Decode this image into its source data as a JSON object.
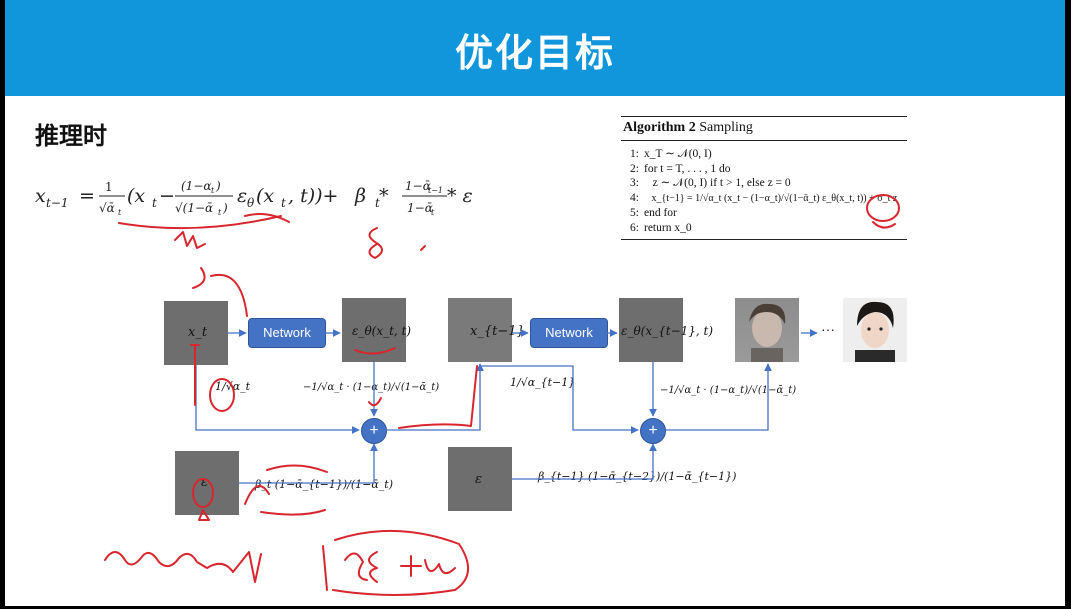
{
  "header": {
    "title": "优化目标",
    "bg_color": "#1296db"
  },
  "section_title": "推理时",
  "formula": {
    "lhs": "x",
    "lhs_sub": "t−1",
    "frac1_num": "1",
    "frac1_den": "√ᾱ",
    "frac1_den_sub": "t",
    "term_open": "(x",
    "term_sub": "t",
    "minus": "−",
    "frac2_num": "(1−α",
    "frac2_num_sub": "t",
    "frac2_num_close": ")",
    "frac2_den": "√(1−ᾱ",
    "frac2_den_sub": "t",
    "frac2_den_close": ")",
    "eps": "ε",
    "eps_sub": "θ",
    "eps_args": "(x",
    "eps_args_sub": "t",
    "eps_args_close": ", t))+",
    "beta": " β",
    "beta_sub": "t",
    "star": " * ",
    "frac3_num": "1−ᾱ",
    "frac3_num_sub": "t−1",
    "frac3_den": "1−ᾱ",
    "frac3_den_sub": "t",
    "tail": " * ε"
  },
  "algorithm": {
    "title_bold": "Algorithm 2",
    "title_rest": " Sampling",
    "lines": [
      {
        "n": "1:",
        "text": "x_T ∼ 𝒩(0, I)"
      },
      {
        "n": "2:",
        "text": "for t = T, . . . , 1 do"
      },
      {
        "n": "3:",
        "text": "   z ∼ 𝒩(0, I) if t > 1, else z = 0"
      },
      {
        "n": "4:",
        "text": "   x_{t−1} = 1/√α_t (x_t − (1−α_t)/√(1−ᾱ_t) ε_θ(x_t, t)) + σ_t z"
      },
      {
        "n": "5:",
        "text": "end for"
      },
      {
        "n": "6:",
        "text": "return x_0"
      }
    ]
  },
  "diagram": {
    "box_xt": "x_t",
    "network1": "Network",
    "eps_out1": "ε_θ(x_t, t)",
    "box_xt1": "x_{t−1}",
    "network2": "Network",
    "eps_out2": "ε_θ(x_{t−1}, t)",
    "dots": "···",
    "coef_inv_sqrt_at": "1/√α_t",
    "coef_eps1": "−1/√α_t · (1−α_t)/√(1−ᾱ_t)",
    "coef_inv_sqrt_at1": "1/√α_{t−1}",
    "coef_eps2": "−1/√α_t · (1−α_t)/√(1−ᾱ_t)",
    "coef_beta1": "β_t (1−ᾱ_{t−1})/(1−ᾱ_t)",
    "coef_beta2": "β_{t−1} (1−ᾱ_{t−2})/(1−ᾱ_{t−1})",
    "noise1": "ε",
    "noise2": "ε",
    "sum_symbol": "+",
    "accent_color": "#4472c4",
    "annotation_color": "#d8262e"
  }
}
